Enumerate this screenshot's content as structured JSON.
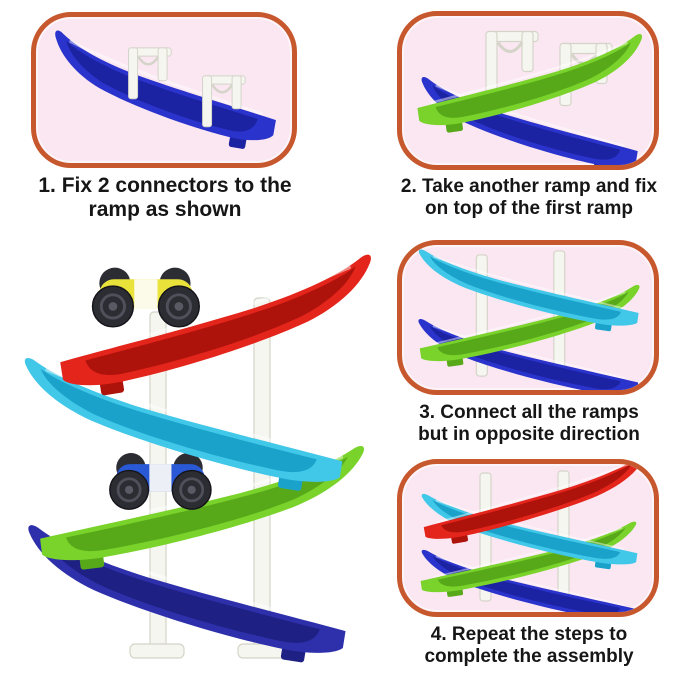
{
  "product_guide": {
    "steps": [
      {
        "number": "1",
        "caption_line1": "1. Fix 2 connectors to the",
        "caption_line2": "ramp as shown"
      },
      {
        "number": "2",
        "caption_line1": "2. Take another ramp and fix",
        "caption_line2": "on top of the first ramp"
      },
      {
        "number": "3",
        "caption_line1": "3. Connect all the ramps",
        "caption_line2": "but in opposite direction"
      },
      {
        "number": "4",
        "caption_line1": "4. Repeat the steps to",
        "caption_line2": "complete the assembly"
      }
    ]
  },
  "palette": {
    "page_bg": "#ffffff",
    "panel_border": "#c7582e",
    "panel_bg": "#fbe7f2",
    "caption_text": "#161616",
    "ramp_blue": "#2a33cb",
    "ramp_blue_dark": "#1c23a2",
    "ramp_navy": "#2e30ab",
    "ramp_navy_dark": "#1e2083",
    "ramp_cyan": "#41c7e8",
    "ramp_cyan_dark": "#1aa2cb",
    "ramp_green": "#79d32b",
    "ramp_green_dark": "#58a91a",
    "ramp_red": "#e3251b",
    "ramp_red_dark": "#ad120b",
    "plastic_white": "#f6f6f1",
    "plastic_white_edge": "#d4d4c9",
    "wheel_dark": "#2c2c33",
    "car_yellow": "#e9e23b",
    "car_blue": "#2a59d6"
  }
}
